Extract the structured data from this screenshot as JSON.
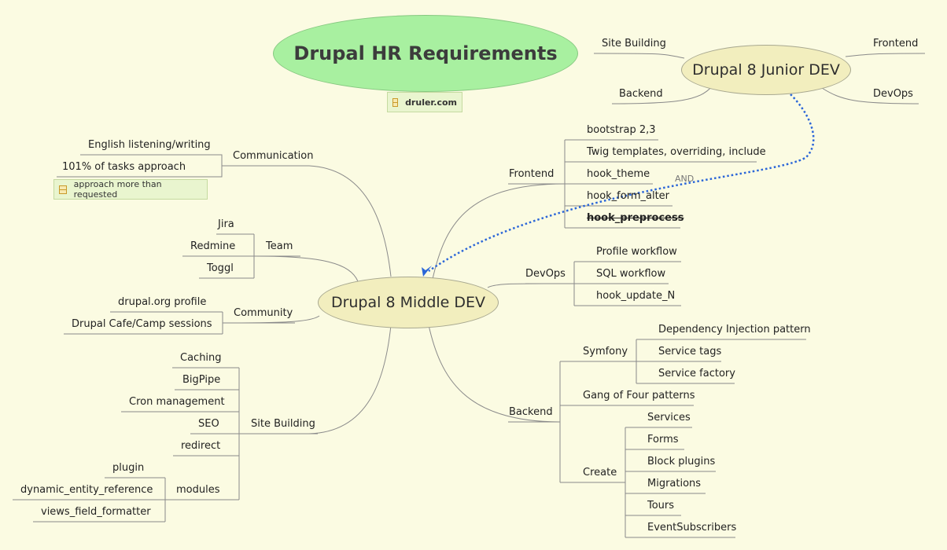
{
  "title": "Drupal HR Requirements",
  "title_link": "druler.com",
  "junior": {
    "label": "Drupal 8 Junior DEV",
    "branches": [
      "Site Building",
      "Frontend",
      "Backend",
      "DevOps"
    ]
  },
  "middle": {
    "label": "Drupal 8 Middle DEV",
    "communication": {
      "label": "Communication",
      "items": [
        "English listening/writing",
        "101% of tasks approach"
      ],
      "note": "approach more than requested"
    },
    "team": {
      "label": "Team",
      "items": [
        "Jira",
        "Redmine",
        "Toggl"
      ]
    },
    "community": {
      "label": "Community",
      "items": [
        "drupal.org profile",
        "Drupal Cafe/Camp sessions"
      ]
    },
    "site_building": {
      "label": "Site Building",
      "items": [
        "Caching",
        "BigPipe",
        "Cron management",
        "SEO",
        "redirect"
      ],
      "modules": {
        "label": "modules",
        "items": [
          "plugin",
          "dynamic_entity_reference",
          "views_field_formatter"
        ]
      }
    },
    "frontend": {
      "label": "Frontend",
      "items": [
        "bootstrap 2,3",
        "Twig templates, overriding, include",
        "hook_theme",
        "hook_form_alter",
        "hook_preprocess"
      ]
    },
    "devops": {
      "label": "DevOps",
      "items": [
        "Profile workflow",
        "SQL workflow",
        "hook_update_N"
      ]
    },
    "backend": {
      "label": "Backend",
      "symfony": {
        "label": "Symfony",
        "items": [
          "Dependency Injection pattern",
          "Service tags",
          "Service factory"
        ]
      },
      "gof": "Gang of Four patterns",
      "create": {
        "label": "Create",
        "items": [
          "Services",
          "Forms",
          "Block plugins",
          "Migrations",
          "Tours",
          "EventSubscribers"
        ]
      }
    }
  },
  "relationship_label": "AND",
  "colors": {
    "background": "#fbfbe2",
    "title_fill": "#a8f0a0",
    "node_fill": "#f2eebe",
    "line": "#8a8a8a",
    "relationship": "#2b66d8"
  }
}
